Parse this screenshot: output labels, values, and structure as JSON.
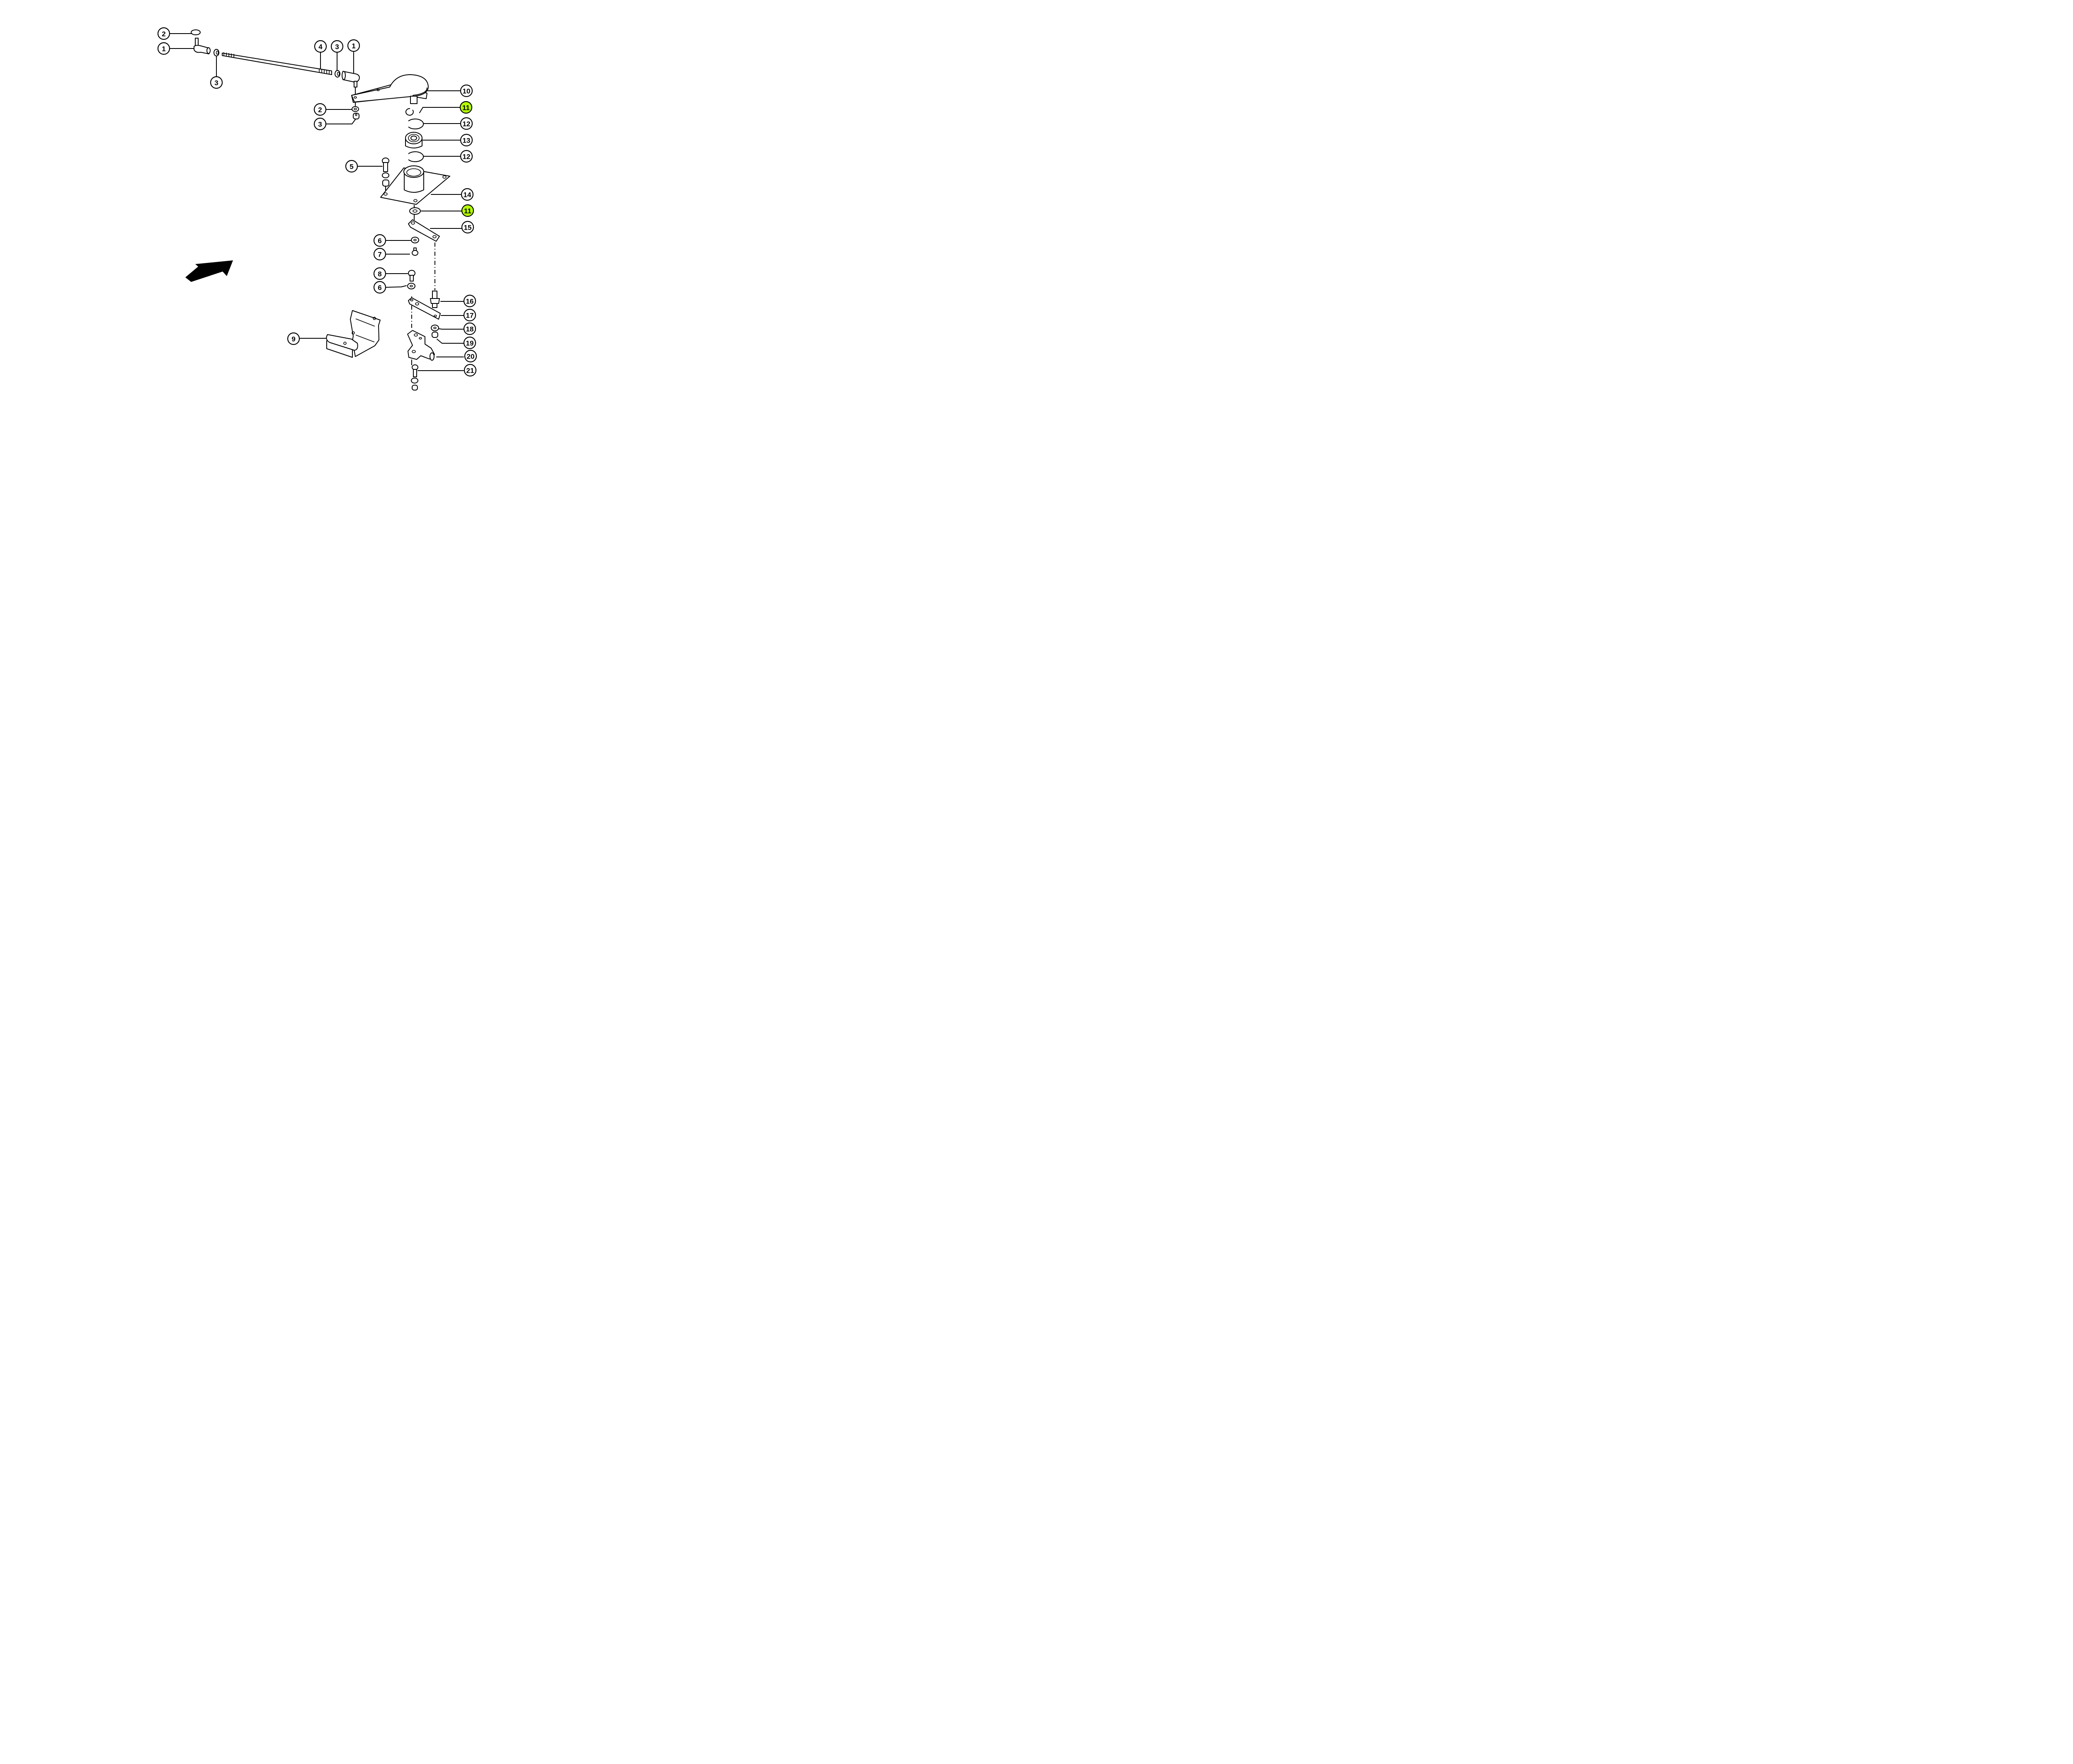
{
  "diagram": {
    "type": "exploded-parts-diagram",
    "highlight_color": "#b5ff00",
    "callouts": [
      {
        "id": "c2a",
        "label": "2",
        "highlighted": false
      },
      {
        "id": "c1a",
        "label": "1",
        "highlighted": false
      },
      {
        "id": "c3a",
        "label": "3",
        "highlighted": false
      },
      {
        "id": "c4",
        "label": "4",
        "highlighted": false
      },
      {
        "id": "c3b",
        "label": "3",
        "highlighted": false
      },
      {
        "id": "c1b",
        "label": "1",
        "highlighted": false
      },
      {
        "id": "c10",
        "label": "10",
        "highlighted": false
      },
      {
        "id": "c2b",
        "label": "2",
        "highlighted": false
      },
      {
        "id": "c3c",
        "label": "3",
        "highlighted": false
      },
      {
        "id": "c11a",
        "label": "11",
        "highlighted": true
      },
      {
        "id": "c12a",
        "label": "12",
        "highlighted": false
      },
      {
        "id": "c13",
        "label": "13",
        "highlighted": false
      },
      {
        "id": "c12b",
        "label": "12",
        "highlighted": false
      },
      {
        "id": "c5",
        "label": "5",
        "highlighted": false
      },
      {
        "id": "c14",
        "label": "14",
        "highlighted": false
      },
      {
        "id": "c11b",
        "label": "11",
        "highlighted": true
      },
      {
        "id": "c15",
        "label": "15",
        "highlighted": false
      },
      {
        "id": "c6a",
        "label": "6",
        "highlighted": false
      },
      {
        "id": "c7",
        "label": "7",
        "highlighted": false
      },
      {
        "id": "c8",
        "label": "8",
        "highlighted": false
      },
      {
        "id": "c6b",
        "label": "6",
        "highlighted": false
      },
      {
        "id": "c16",
        "label": "16",
        "highlighted": false
      },
      {
        "id": "c17",
        "label": "17",
        "highlighted": false
      },
      {
        "id": "c18",
        "label": "18",
        "highlighted": false
      },
      {
        "id": "c19",
        "label": "19",
        "highlighted": false
      },
      {
        "id": "c9",
        "label": "9",
        "highlighted": false
      },
      {
        "id": "c20",
        "label": "20",
        "highlighted": false
      },
      {
        "id": "c21",
        "label": "21",
        "highlighted": false
      }
    ],
    "parts": [
      {
        "name": "ball-joint",
        "number": "1"
      },
      {
        "name": "washer",
        "number": "2"
      },
      {
        "name": "nut",
        "number": "3"
      },
      {
        "name": "threaded-rod",
        "number": "4"
      },
      {
        "name": "bolt",
        "number": "5"
      },
      {
        "name": "washer",
        "number": "6"
      },
      {
        "name": "screw",
        "number": "7"
      },
      {
        "name": "bolt",
        "number": "8"
      },
      {
        "name": "bracket",
        "number": "9"
      },
      {
        "name": "lever-arm",
        "number": "10"
      },
      {
        "name": "snap-ring",
        "number": "11"
      },
      {
        "name": "circlip",
        "number": "12"
      },
      {
        "name": "bearing",
        "number": "13"
      },
      {
        "name": "bearing-flange-plate",
        "number": "14"
      },
      {
        "name": "link-plate",
        "number": "15"
      },
      {
        "name": "stud",
        "number": "16"
      },
      {
        "name": "link-plate",
        "number": "17"
      },
      {
        "name": "washer",
        "number": "18"
      },
      {
        "name": "nut",
        "number": "19"
      },
      {
        "name": "switch-housing",
        "number": "20"
      },
      {
        "name": "screw",
        "number": "21"
      }
    ],
    "direction_arrow": "front-direction-arrow"
  }
}
